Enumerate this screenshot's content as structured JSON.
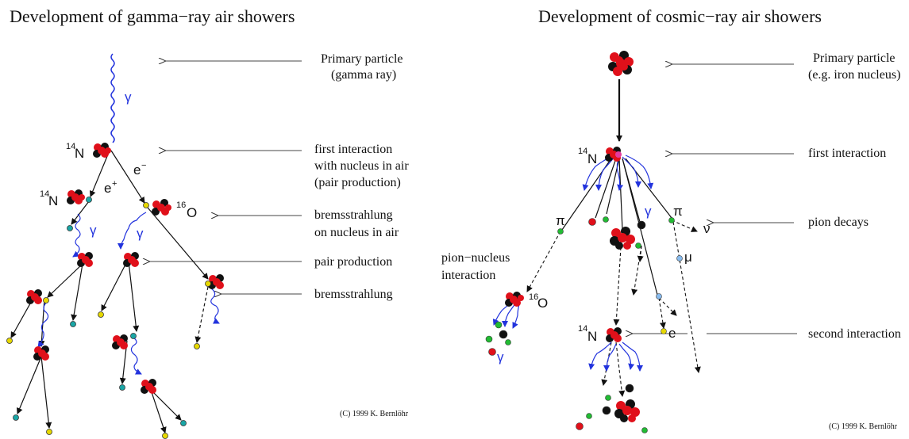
{
  "left": {
    "title": "Development of gamma−ray air showers",
    "labels": {
      "primary_1": "Primary particle",
      "primary_2": "(gamma ray)",
      "first_1": "first interaction",
      "first_2": "with nucleus in air",
      "first_3": "(pair production)",
      "brems_1": "bremsstrahlung",
      "brems_2": "on nucleus in air",
      "pair": "pair production",
      "brems_short": "bremsstrahlung"
    },
    "symbols": {
      "gamma": "γ",
      "n14_mass": "14",
      "n14_elem": "N",
      "o16_mass": "16",
      "o16_elem": "O",
      "eminus_base": "e",
      "eminus_sign": "−",
      "eplus_base": "e",
      "eplus_sign": "+"
    },
    "copyright": "(C) 1999 K. Bernlöhr"
  },
  "right": {
    "title": "Development of cosmic−ray air showers",
    "labels": {
      "primary_1": "Primary particle",
      "primary_2": "(e.g. iron nucleus)",
      "first": "first interaction",
      "pion_decays": "pion decays",
      "pion_nucleus_1": "pion−nucleus",
      "pion_nucleus_2": "interaction",
      "second": "second interaction"
    },
    "symbols": {
      "pi": "π",
      "gamma": "γ",
      "nu": "ν",
      "mu": "μ",
      "e": "e",
      "n14_mass": "14",
      "n14_elem": "N",
      "o16_mass": "16",
      "o16_elem": "O"
    },
    "copyright": "(C) 1999 K. Bernlöhr"
  },
  "colors": {
    "photon": "#2233dd",
    "proton": "#e0101a",
    "neutron": "#111111",
    "electron": "#e6d800",
    "positron": "#1aa6a6",
    "pion": "#22bb33",
    "muon": "#88bbee"
  }
}
